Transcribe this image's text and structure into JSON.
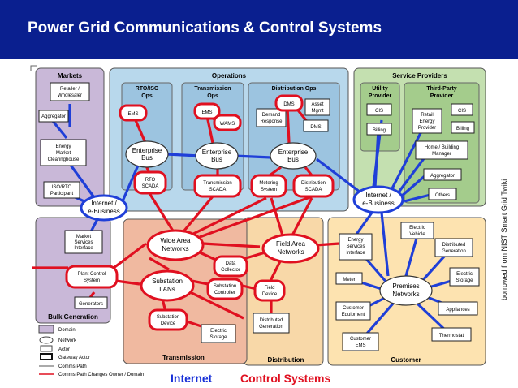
{
  "title": "Power Grid Communications & Control Systems",
  "side_note": "borrowed from NIST Smart Grid Twiki",
  "footer": {
    "internet": "Internet",
    "control": "Control Systems"
  },
  "colors": {
    "banner": "#0a1f8f",
    "internet_line": "#1f3fd8",
    "control_line": "#e01020",
    "markets_domain": "#c9b8d8",
    "operations_domain": "#b8d8ec",
    "service_domain": "#c4e0b0",
    "bulk_domain": "#c9b8d8",
    "transmission_domain": "#f0b9a0",
    "distribution_domain": "#f8d8a8",
    "customer_domain": "#fde3b0"
  },
  "domains": {
    "markets": "Markets",
    "operations": "Operations",
    "service_providers": "Service Providers",
    "bulk_generation": "Bulk Generation",
    "transmission": "Transmission",
    "distribution": "Distribution",
    "customer": "Customer"
  },
  "subdomains": {
    "rto_iso_ops": [
      "RTO/ISO",
      "Ops"
    ],
    "transmission_ops": [
      "Transmission",
      "Ops"
    ],
    "distribution_ops": "Distribution Ops",
    "utility_provider": [
      "Utility",
      "Provider"
    ],
    "third_party_provider": [
      "Third-Party",
      "Provider"
    ]
  },
  "actors": {
    "retailer": [
      "Retailer /",
      "Wholesaler"
    ],
    "aggregator_markets": "Aggregator",
    "energy_market": [
      "Energy",
      "Market",
      "Clearinghouse"
    ],
    "iso_rto": [
      "ISO/RTO",
      "Participant"
    ],
    "ems_rto": "EMS",
    "ems_trans": "EMS",
    "wams": "WAMS",
    "demand_response": [
      "Demand",
      "Response"
    ],
    "dms_top": "DMS",
    "dms_mid": "DMS",
    "asset_mgmt": [
      "Asset",
      "Mgmt"
    ],
    "rto_scada": [
      "RTO",
      "SCADA"
    ],
    "transmission_scada": [
      "Transmission",
      "SCADA"
    ],
    "metering_system": [
      "Metering",
      "System"
    ],
    "distribution_scada": [
      "Distribution",
      "SCADA"
    ],
    "cis_utility": "CIS",
    "billing_utility": "Billing",
    "retail_energy_provider": [
      "Retail",
      "Energy",
      "Provider"
    ],
    "cis_third": "CIS",
    "billing_third": "Billing",
    "home_building_manager": [
      "Home / Building",
      "Manager"
    ],
    "aggregator_sp": "Aggregator",
    "others": "Others",
    "market_services": [
      "Market",
      "Services",
      "Interface"
    ],
    "plant_control": [
      "Plant Control",
      "System"
    ],
    "generators": "Generators",
    "data_collector": [
      "Data",
      "Collector"
    ],
    "substation_controller": [
      "Substation",
      "Controller"
    ],
    "substation_device": [
      "Substation",
      "Device"
    ],
    "electric_storage_trans": [
      "Electric",
      "Storage"
    ],
    "field_device": [
      "Field",
      "Device"
    ],
    "distributed_generation_dist": [
      "Distributed",
      "Generation"
    ],
    "energy_services": [
      "Energy",
      "Services",
      "Interface"
    ],
    "meter": "Meter",
    "customer_equipment": [
      "Customer",
      "Equipment"
    ],
    "customer_ems": [
      "Customer",
      "EMS"
    ],
    "electric_vehicle": [
      "Electric",
      "Vehicle"
    ],
    "distributed_generation_cust": [
      "Distributed",
      "Generation"
    ],
    "electric_storage_cust": [
      "Electric",
      "Storage"
    ],
    "appliances": "Appliances",
    "thermostat": "Thermostat"
  },
  "networks": {
    "enterprise_bus_1": [
      "Enterprise",
      "Bus"
    ],
    "enterprise_bus_2": [
      "Enterprise",
      "Bus"
    ],
    "enterprise_bus_3": [
      "Enterprise",
      "Bus"
    ],
    "internet_left": [
      "Internet /",
      "e-Business"
    ],
    "internet_right": [
      "Internet /",
      "e-Business"
    ],
    "wide_area": [
      "Wide Area",
      "Networks"
    ],
    "field_area": [
      "Field Area",
      "Networks"
    ],
    "substation_lans": [
      "Substation",
      "LANs"
    ],
    "premises": [
      "Premises",
      "Networks"
    ]
  },
  "legend": [
    "Domain",
    "Network",
    "Actor",
    "Gateway Actor",
    "Comms Path",
    "Comms Path Changes Owner / Domain"
  ]
}
